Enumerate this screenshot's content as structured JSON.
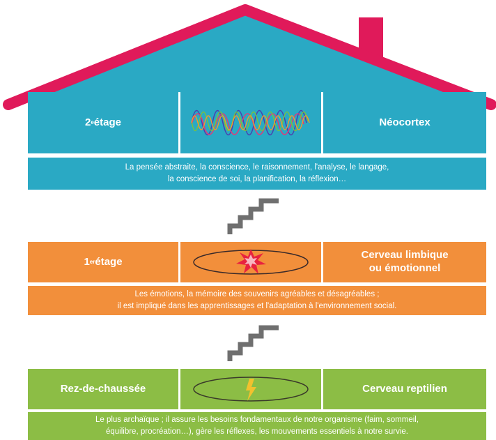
{
  "colors": {
    "roof": "#e01a5a",
    "blue": "#2aa9c4",
    "orange": "#f28f3b",
    "green": "#8cbd45",
    "stairs": "#6f6f6f"
  },
  "floors": {
    "second": {
      "level": "2",
      "level_sup": "e",
      "level_rest": " étage",
      "name": "Néocortex",
      "description_line1": "La pensée abstraite, la conscience, le raisonnement, l'analyse, le langage,",
      "description_line2": "la conscience de soi, la planification, la réflexion…",
      "icon": "brainwave-icon"
    },
    "first": {
      "level": "1",
      "level_sup": "er",
      "level_rest": " étage",
      "name_line1": "Cerveau limbique",
      "name_line2": "ou émotionnel",
      "description_line1": "Les émotions, la mémoire des souvenirs agréables et désagréables ;",
      "description_line2": "il est impliqué dans les apprentissages et l'adaptation à l'environnement social.",
      "icon": "emotion-burst-icon"
    },
    "ground": {
      "level": "Rez-de-chaussée",
      "name": "Cerveau reptilien",
      "description_line1": "Le plus archaïque ; il assure les besoins fondamentaux de notre organisme (faim, sommeil,",
      "description_line2": "équilibre, procréation…), gère les réflexes, les mouvements essentiels à notre survie.",
      "icon": "lightning-icon"
    }
  },
  "icons": [
    "roof-icon",
    "chimney-icon",
    "stairs-icon",
    "brainwave-icon",
    "emotion-burst-icon",
    "lightning-icon"
  ]
}
